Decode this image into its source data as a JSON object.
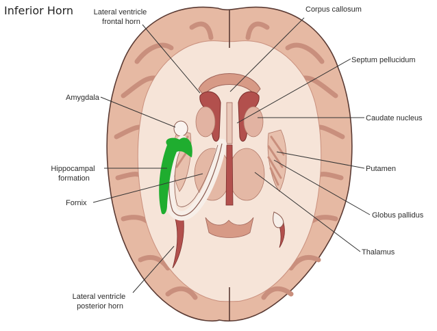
{
  "title": "Inferior Horn",
  "labels": {
    "lateral_ventricle_frontal": [
      "Lateral ventricle",
      "frontal horn"
    ],
    "corpus_callosum": "Corpus callosum",
    "septum_pellucidum": "Septum pellucidum",
    "amygdala": "Amygdala",
    "caudate_nucleus": "Caudate nucleus",
    "hippocampal_formation": [
      "Hippocampal",
      "formation"
    ],
    "putamen": "Putamen",
    "fornix": "Fornix",
    "globus_pallidus": "Globus pallidus",
    "thalamus": "Thalamus",
    "lateral_ventricle_posterior": [
      "Lateral ventricle",
      "posterior horn"
    ]
  },
  "colors": {
    "cortex": "#e6b9a3",
    "cortex_dark": "#c98f7d",
    "white_matter": "#f6e4d8",
    "ventricle": "#b2504d",
    "highlight": "#1fad2f",
    "outline": "#5a3a33"
  }
}
